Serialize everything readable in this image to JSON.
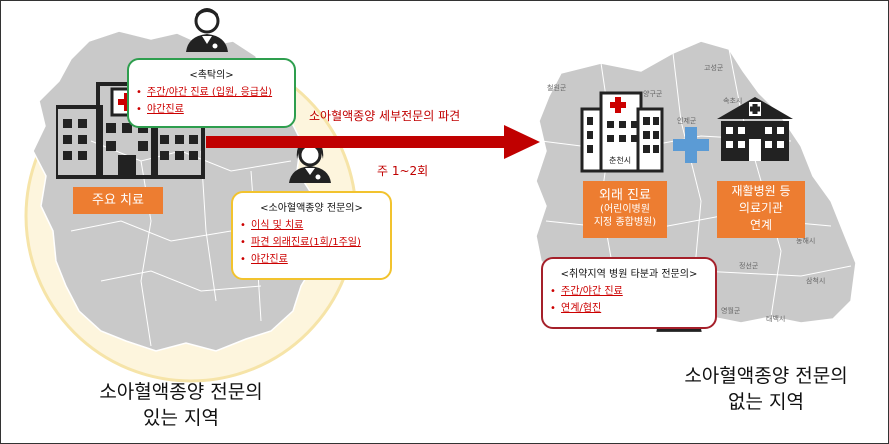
{
  "left_region": {
    "main_treatment_button": "주요 치료",
    "caption_line1": "소아혈액종양 전문의",
    "caption_line2": "있는 지역"
  },
  "commissioned_box": {
    "title": "<촉탁의>",
    "items": [
      "주간/야간 진료 (입원, 응급실)",
      "야간진료"
    ]
  },
  "specialist_box": {
    "title": "<소아혈액종양 전문의>",
    "items": [
      "이식 및 치료",
      "파견 외래진료(1회/1주일)",
      "야간진료"
    ]
  },
  "arrow": {
    "label": "소아혈액종양 세부전문의 파견",
    "frequency": "주 1~2회"
  },
  "right_region": {
    "outpatient_button_title": "외래 진료",
    "outpatient_button_sub1": "(어린이병원",
    "outpatient_button_sub2": "지정 종합병원)",
    "rehab_button_line1": "재활병원 등",
    "rehab_button_line2": "의료기관",
    "rehab_button_line3": "연계",
    "hospital_label": "춘천시",
    "caption_line1": "소아혈액종양 전문의",
    "caption_line2": "없는 지역"
  },
  "vulnerable_box": {
    "title": "<취약지역 병원 타분과 전문의>",
    "items": [
      "주간/야간 진료",
      "연계/협진"
    ]
  },
  "map_labels": {
    "cheorwon": "철원군",
    "yanggu": "양구군",
    "goseong": "고성군",
    "sokcho": "속초시",
    "inje": "인제군",
    "donghae": "동해시",
    "jeongseon": "정선군",
    "samcheok": "삼척시",
    "yeongwol": "영월군",
    "taebaek": "태백시"
  },
  "colors": {
    "orange": "#ed7d31",
    "red_arrow": "#c00000",
    "green_border": "#2e9e4e",
    "yellow_border": "#f2c32e",
    "dark_red_border": "#a5202a",
    "plus_blue": "#5b9bd5",
    "map_gray": "#c6c6c6"
  }
}
